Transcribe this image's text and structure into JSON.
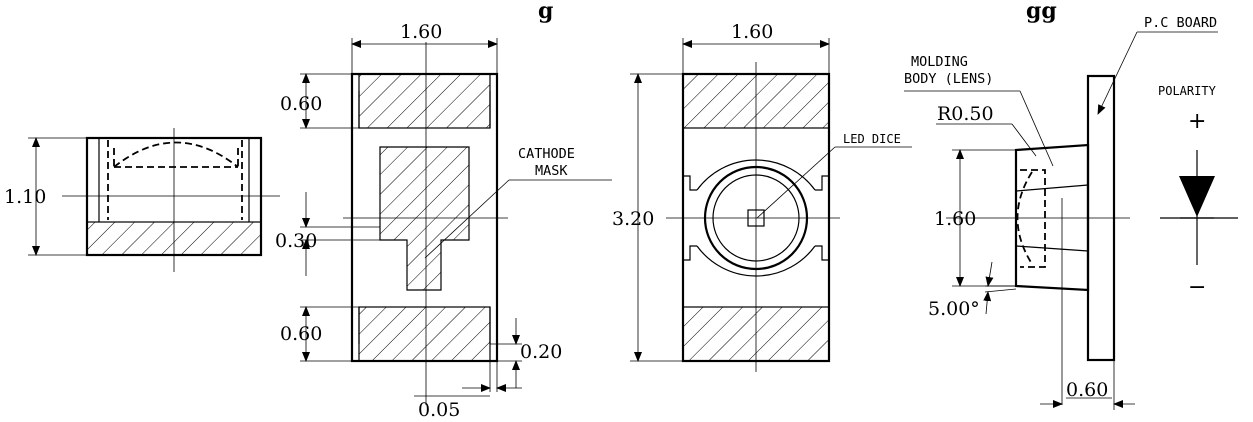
{
  "header": {
    "text": "g"
  },
  "header_right": {
    "text": "gg"
  },
  "side_view": {
    "height_dim": "1.10"
  },
  "top_view": {
    "width_dim": "1.60",
    "pad_dim_top": "0.60",
    "mask_dim": "0.30",
    "pad_dim_bottom": "0.60",
    "offset_dim": "0.20",
    "gap_dim": "0.05",
    "callout_line1": "CATHODE",
    "callout_line2": "MASK"
  },
  "front_view": {
    "width_dim": "1.60",
    "height_dim": "3.20",
    "callout": "LED DICE"
  },
  "mount_view": {
    "board_label": "P.C BOARD",
    "lens_line1": "MOLDING",
    "lens_line2": "BODY (LENS)",
    "radius_dim": "R0.50",
    "height_dim": "1.60",
    "angle_dim": "5.00°",
    "thickness_dim": "0.60"
  },
  "polarity": {
    "label": "POLARITY",
    "plus": "+",
    "minus": "−"
  }
}
